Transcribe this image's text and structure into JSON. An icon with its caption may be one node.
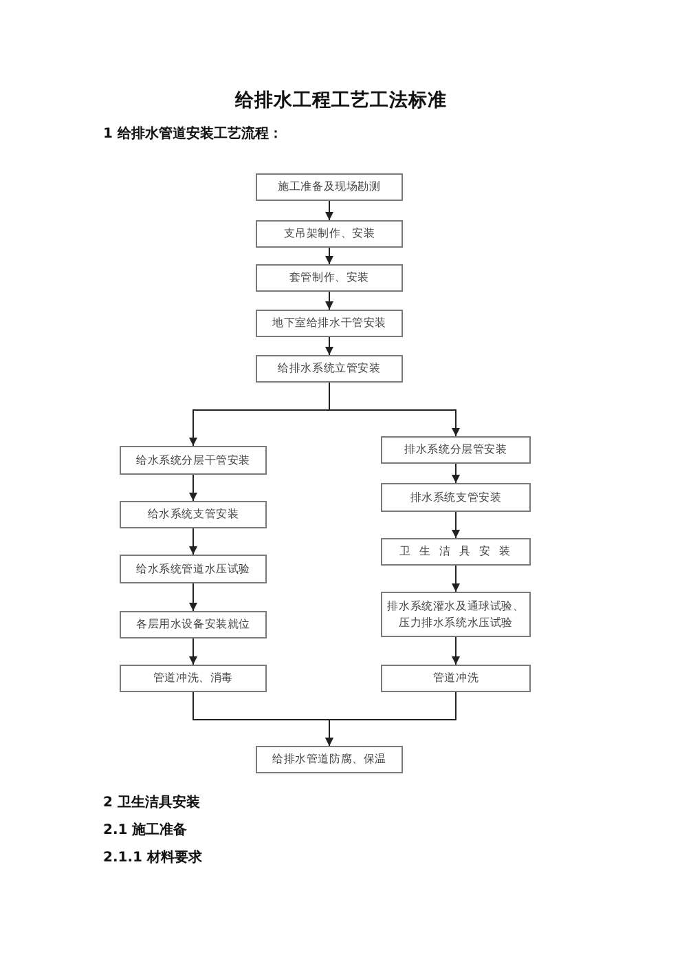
{
  "diagram": {
    "title": "给排水工程工艺工法标准",
    "nodes": [
      {
        "text": [
          "施工准备及现场勘测"
        ]
      },
      {
        "text": [
          "支吊架制作、安装"
        ]
      },
      {
        "text": [
          "套管制作、安装"
        ]
      },
      {
        "text": [
          "地下室给排水干管安装"
        ]
      },
      {
        "text": [
          "给排水系统立管安装"
        ]
      },
      {
        "text": [
          "给水系统分层干管安装"
        ]
      },
      {
        "text": [
          "给水系统支管安装"
        ]
      },
      {
        "text": [
          "给水系统管道水压试验"
        ]
      },
      {
        "text": [
          "各层用水设备安装就位"
        ]
      },
      {
        "text": [
          "管道冲洗、消毒"
        ]
      },
      {
        "text": [
          "排水系统分层管安装"
        ]
      },
      {
        "text": [
          "排水系统支管安装"
        ]
      },
      {
        "text": [
          "卫生洁具安装"
        ]
      },
      {
        "text": [
          "排水系统灌水及通球试验、压力排水系统水压试验"
        ]
      },
      {
        "text": [
          "管道冲洗"
        ]
      },
      {
        "text": [
          "给排水管道防腐、保温"
        ]
      }
    ],
    "edges": [
      {
        "from": 0,
        "to": 1,
        "arrow": "to"
      },
      {
        "from": 1,
        "to": 2,
        "arrow": "to"
      },
      {
        "from": 2,
        "to": 3,
        "arrow": "to"
      },
      {
        "from": 3,
        "to": 4,
        "arrow": "to"
      },
      {
        "from": 4,
        "to": 5,
        "arrow": "to"
      },
      {
        "from": 4,
        "to": 10,
        "arrow": "to"
      },
      {
        "from": 5,
        "to": 6,
        "arrow": "to"
      },
      {
        "from": 6,
        "to": 7,
        "arrow": "to"
      },
      {
        "from": 7,
        "to": 8,
        "arrow": "to"
      },
      {
        "from": 8,
        "to": 9,
        "arrow": "to"
      },
      {
        "from": 10,
        "to": 11,
        "arrow": "to"
      },
      {
        "from": 11,
        "to": 12,
        "arrow": "to"
      },
      {
        "from": 12,
        "to": 13,
        "arrow": "to"
      },
      {
        "from": 13,
        "to": 14,
        "arrow": "to"
      },
      {
        "from": 9,
        "to": 15,
        "arrow": "to"
      },
      {
        "from": 14,
        "to": 15,
        "arrow": "to"
      }
    ],
    "labels": [
      "1 给排水管道安装工艺流程：",
      "2 卫生洁具安装",
      "2.1 施工准备",
      "2.1.1 材料要求"
    ]
  }
}
